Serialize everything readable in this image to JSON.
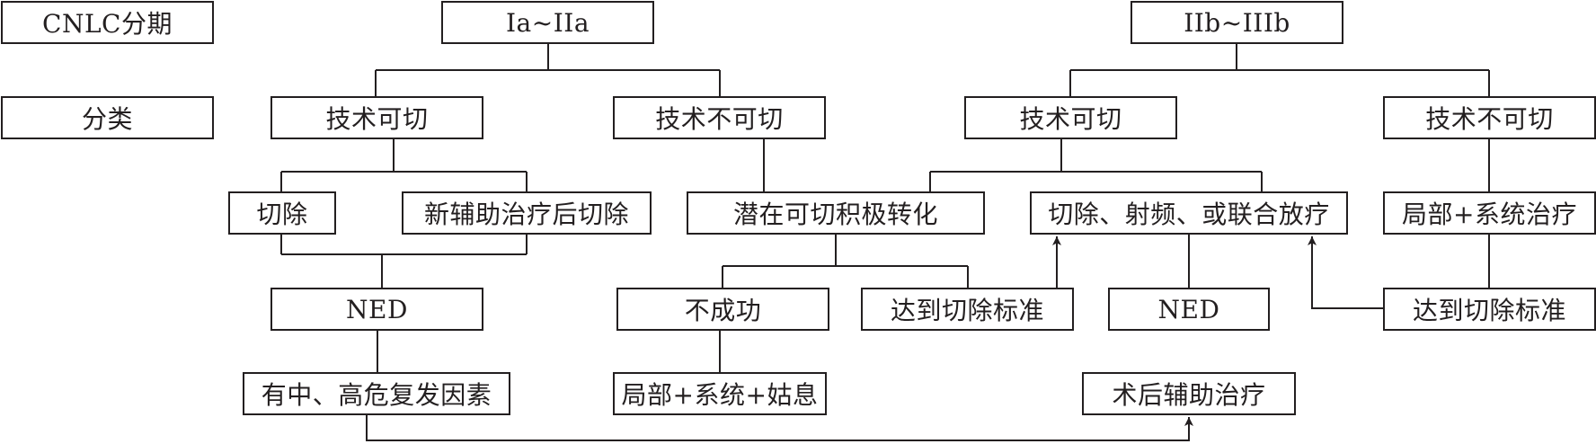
{
  "colors": {
    "line": "#231f20",
    "box_border": "#231f20",
    "background": "#ffffff"
  },
  "nodes": {
    "stage_label": "CNLC分期",
    "stage_early": "Ia~IIa",
    "stage_late": "IIb~IIIb",
    "class_label": "分类",
    "early_resectable": "技术可切",
    "early_unresectable": "技术不可切",
    "late_resectable": "技术可切",
    "late_unresectable": "技术不可切",
    "resection": "切除",
    "neoadjuvant": "新辅助治疗后切除",
    "conversion": "潜在可切积极转化",
    "resect_rfa_radio": "切除、射频、或联合放疗",
    "local_systemic": "局部+系统治疗",
    "ned_early": "NED",
    "failure": "不成功",
    "meets_criteria_center": "达到切除标准",
    "ned_late": "NED",
    "meets_criteria_right": "达到切除标准",
    "high_risk": "有中、高危复发因素",
    "palliative": "局部+系统+姑息",
    "adjuvant": "术后辅助治疗"
  }
}
